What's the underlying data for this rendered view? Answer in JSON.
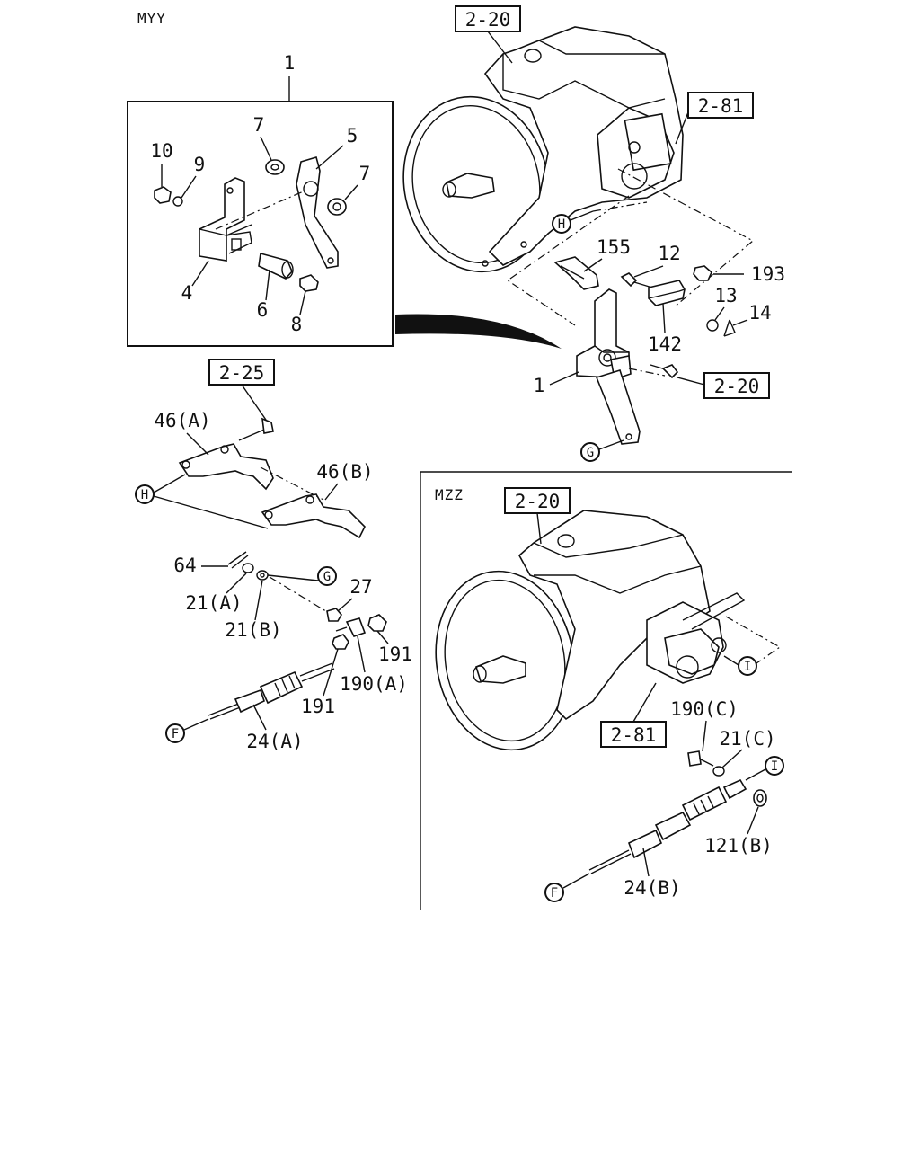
{
  "sections": {
    "myy": "MYY",
    "mzz": "MZZ"
  },
  "refs": {
    "r220_top": "2-20",
    "r281_top": "2-81",
    "r225": "2-25",
    "r220_mid": "2-20",
    "r220_mzz": "2-20",
    "r281_mzz": "2-81"
  },
  "labels": {
    "p1_box": "1",
    "p10": "10",
    "p9": "9",
    "p7a": "7",
    "p5": "5",
    "p7b": "7",
    "p4": "4",
    "p6": "6",
    "p8": "8",
    "p155": "155",
    "p12": "12",
    "p193": "193",
    "p13": "13",
    "p14": "14",
    "p142": "142",
    "p1_main": "1",
    "p46a": "46(A)",
    "p46b": "46(B)",
    "p64": "64",
    "p21a": "21(A)",
    "p21b": "21(B)",
    "p27": "27",
    "p191a": "191",
    "p190a": "190(A)",
    "p191b": "191",
    "p24a": "24(A)",
    "p190c": "190(C)",
    "p21c": "21(C)",
    "p121b": "121(B)",
    "p24b": "24(B)"
  },
  "circles": {
    "h_top": "H",
    "g_main": "G",
    "h_left": "H",
    "g_left": "G",
    "f_left": "F",
    "i_mzz": "I",
    "i_cable": "I",
    "f_mzz": "F"
  }
}
